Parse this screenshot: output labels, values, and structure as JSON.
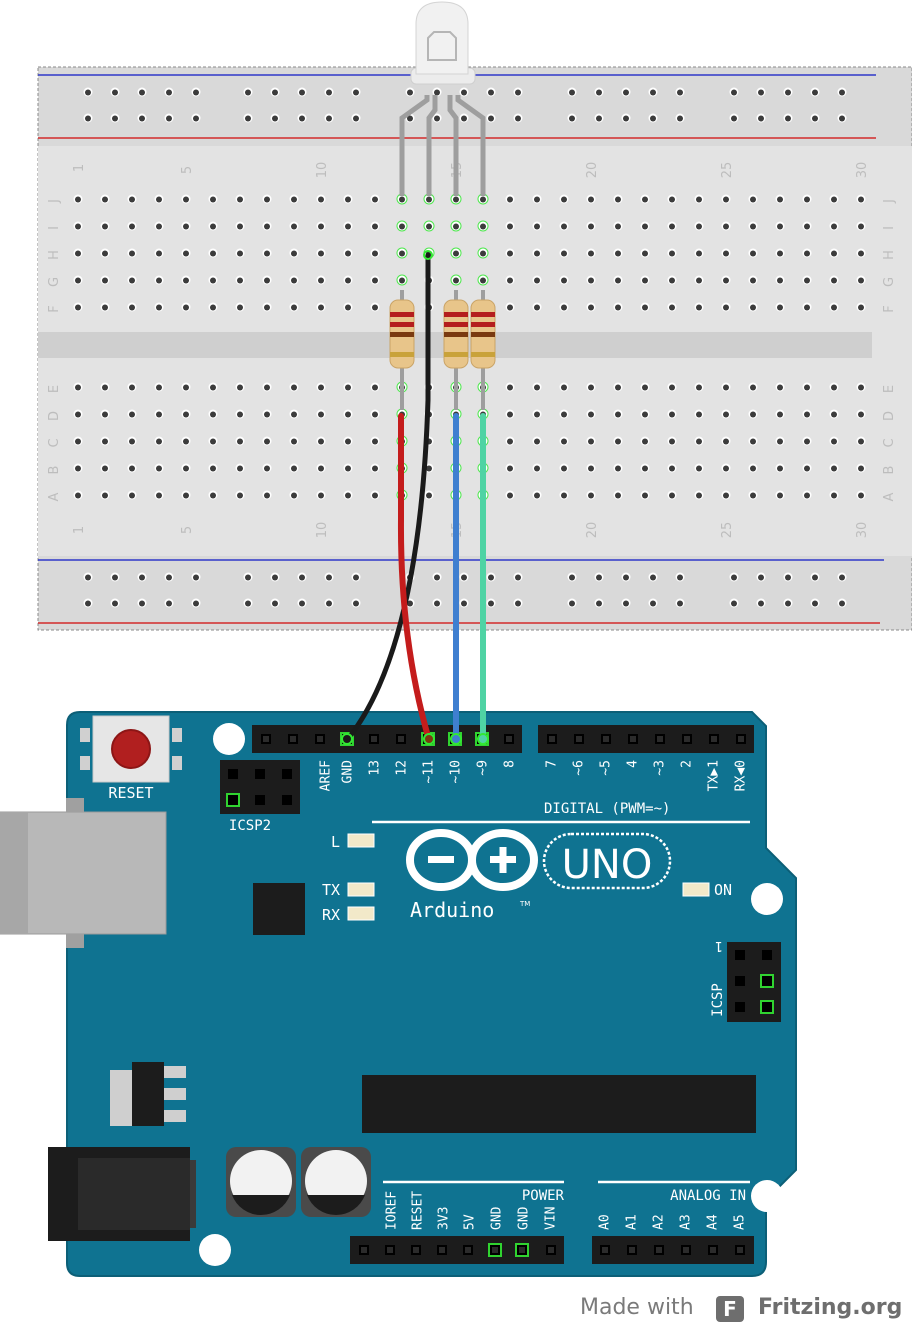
{
  "breadboard": {
    "column_numbers": [
      "1",
      "5",
      "10",
      "15",
      "20",
      "25",
      "30"
    ],
    "top_row_letters": [
      "J",
      "I",
      "H",
      "G",
      "F"
    ],
    "bottom_row_letters": [
      "E",
      "D",
      "C",
      "B",
      "A"
    ]
  },
  "arduino": {
    "reset_label": "RESET",
    "icsp2_label": "ICSP2",
    "icsp_label": "ICSP",
    "icsp_pin1": "1",
    "digital_header_pins": [
      "AREF",
      "GND",
      "13",
      "12",
      "~11",
      "~10",
      "~9",
      "8"
    ],
    "digital_header_pins_2": [
      "7",
      "~6",
      "~5",
      "4",
      "~3",
      "2",
      "TX▶1",
      "RX◀0"
    ],
    "digital_label": "DIGITAL (PWM=~)",
    "led_l": "L",
    "led_tx": "TX",
    "led_rx": "RX",
    "led_on": "ON",
    "logo_text": "Arduino",
    "logo_tm": "TM",
    "uno_text": "UNO",
    "power_label": "POWER",
    "power_pins": [
      "IOREF",
      "RESET",
      "3V3",
      "5V",
      "GND",
      "GND",
      "VIN"
    ],
    "analog_label": "ANALOG IN",
    "analog_pins": [
      "A0",
      "A1",
      "A2",
      "A3",
      "A4",
      "A5"
    ]
  },
  "credit": {
    "made_with": "Made with",
    "logo_glyph": "F",
    "brand": "Fritzing.org"
  },
  "colors": {
    "board_blue": "#0f7391",
    "board_edge": "#0c5f77",
    "breadboard_bg": "#d9d9d9",
    "breadboard_strip": "#e8e8e8",
    "rail_red": "#d22b2b",
    "rail_blue": "#2f39c9",
    "wire_red": "#c41c1c",
    "wire_black": "#1a1a1a",
    "wire_blue": "#3f7fd0",
    "wire_green": "#4fd3a4",
    "highlight_green": "#33e833",
    "header_black": "#1c1c1c"
  }
}
